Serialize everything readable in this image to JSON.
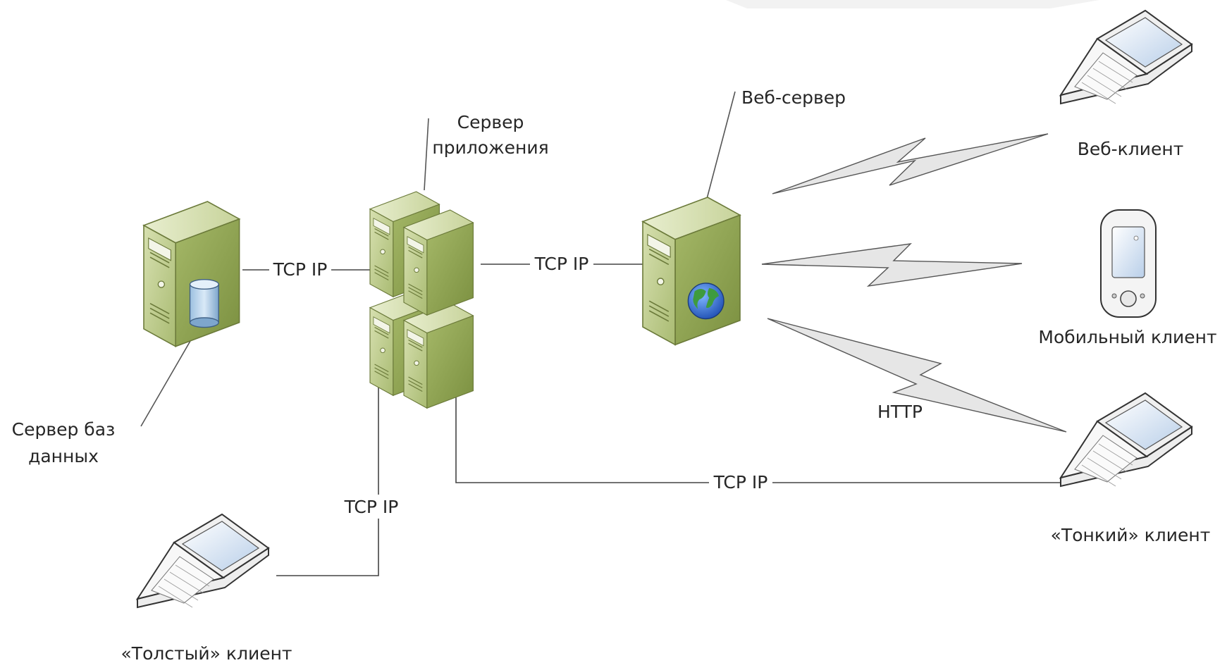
{
  "nodes": {
    "db_server": {
      "label_line1": "Сервер баз",
      "label_line2": "данных"
    },
    "app_server": {
      "label_line1": "Сервер",
      "label_line2": "приложения"
    },
    "web_server": {
      "label": "Веб-сервер"
    },
    "web_client": {
      "label": "Веб-клиент"
    },
    "mobile_client": {
      "label": "Мобильный клиент"
    },
    "thin_client": {
      "label": "«Тонкий» клиент"
    },
    "thick_client": {
      "label": "«Толстый» клиент"
    }
  },
  "connections": {
    "db_app": "TCP IP",
    "app_web": "TCP IP",
    "app_thick": "TCP IP",
    "app_thin": "TCP IP",
    "web_clients": "HTTP"
  },
  "colors": {
    "server_front": "#c8d4a0",
    "server_side": "#8fa35a",
    "server_top": "#dfe6c2",
    "laptop_body": "#f2f2f2",
    "screen": "#cfe0f5",
    "bolt": "#e6e6e6",
    "line": "#444444"
  }
}
